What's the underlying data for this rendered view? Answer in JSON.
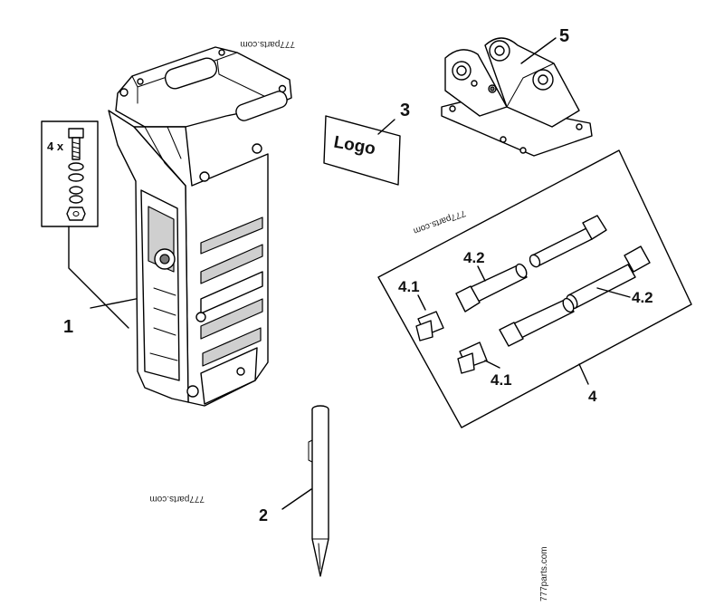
{
  "callouts": {
    "p1": "1",
    "p2": "2",
    "p3": "3",
    "p4": "4",
    "p41a": "4.1",
    "p41b": "4.1",
    "p42a": "4.2",
    "p42b": "4.2",
    "p5": "5"
  },
  "quantity_label": "4 x",
  "logo_plate_text": "Logo",
  "watermark": "777parts.com"
}
